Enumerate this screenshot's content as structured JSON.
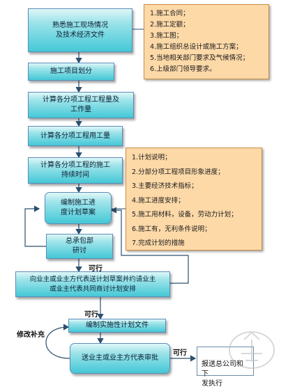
{
  "nodes": {
    "n1": "熟悉施工现场情况\n及技术经济文件",
    "n2": "施工项目划分",
    "n3": "计算各分项工程工程量及\n工作量",
    "n4": "计算各分项工程用工量",
    "n5": "计算各分项工程的施工\n持续时间",
    "n6": "编制施工进\n度计划草案",
    "n7": "总承包部\n研讨",
    "n8": "向业主或业主方代表送计划草案并约请业主\n或业主代表共同商讨计划安排",
    "n9": "编制实施性计划文件",
    "n10": "送业主或业主方代表审批",
    "n11": "报送总公司和下\n发执行"
  },
  "notes": {
    "top": [
      "1.施工合同；",
      "2.施工定额；",
      "3.施工图；",
      "4.施工组织总设计或施工方案；",
      "5.当地相关部门要求及气候情况；",
      "6.上级部门领导要求。"
    ],
    "middle": [
      "1.计划说明；",
      "2.分部分项工程项目形象进度；",
      "3.主要经济技术指标；",
      "4.施工进度安排；",
      "5.施工用材料，设备，劳动力计划；",
      "6.施工有，无利条件说明；",
      "7.完成计划的措施"
    ]
  },
  "edge_labels": {
    "ok1": "可行",
    "ok2": "可行",
    "ok3": "可行",
    "revise": "修改补充"
  },
  "colors": {
    "box_fill": "#44c8d6",
    "box_border": "#5d8bb7",
    "note_fill": "#fdd9a8",
    "arrow": "#2c4f6e"
  }
}
